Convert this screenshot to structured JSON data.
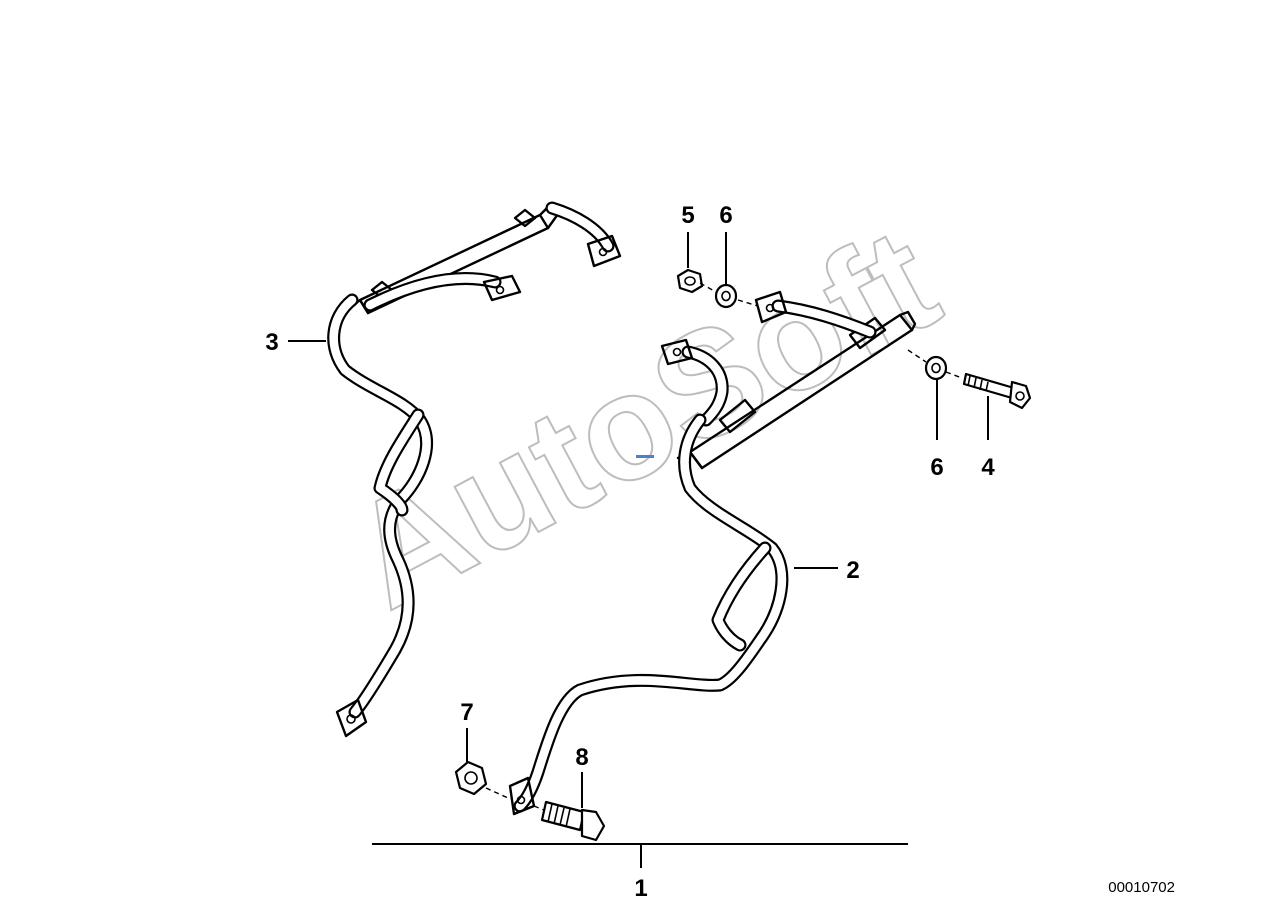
{
  "diagram": {
    "watermark": "AutoSoft",
    "document_id": "00010702",
    "callouts": {
      "c1": "1",
      "c2": "2",
      "c3": "3",
      "c4": "4",
      "c5": "5",
      "c6a": "6",
      "c6b": "6",
      "c7": "7",
      "c8": "8"
    }
  }
}
